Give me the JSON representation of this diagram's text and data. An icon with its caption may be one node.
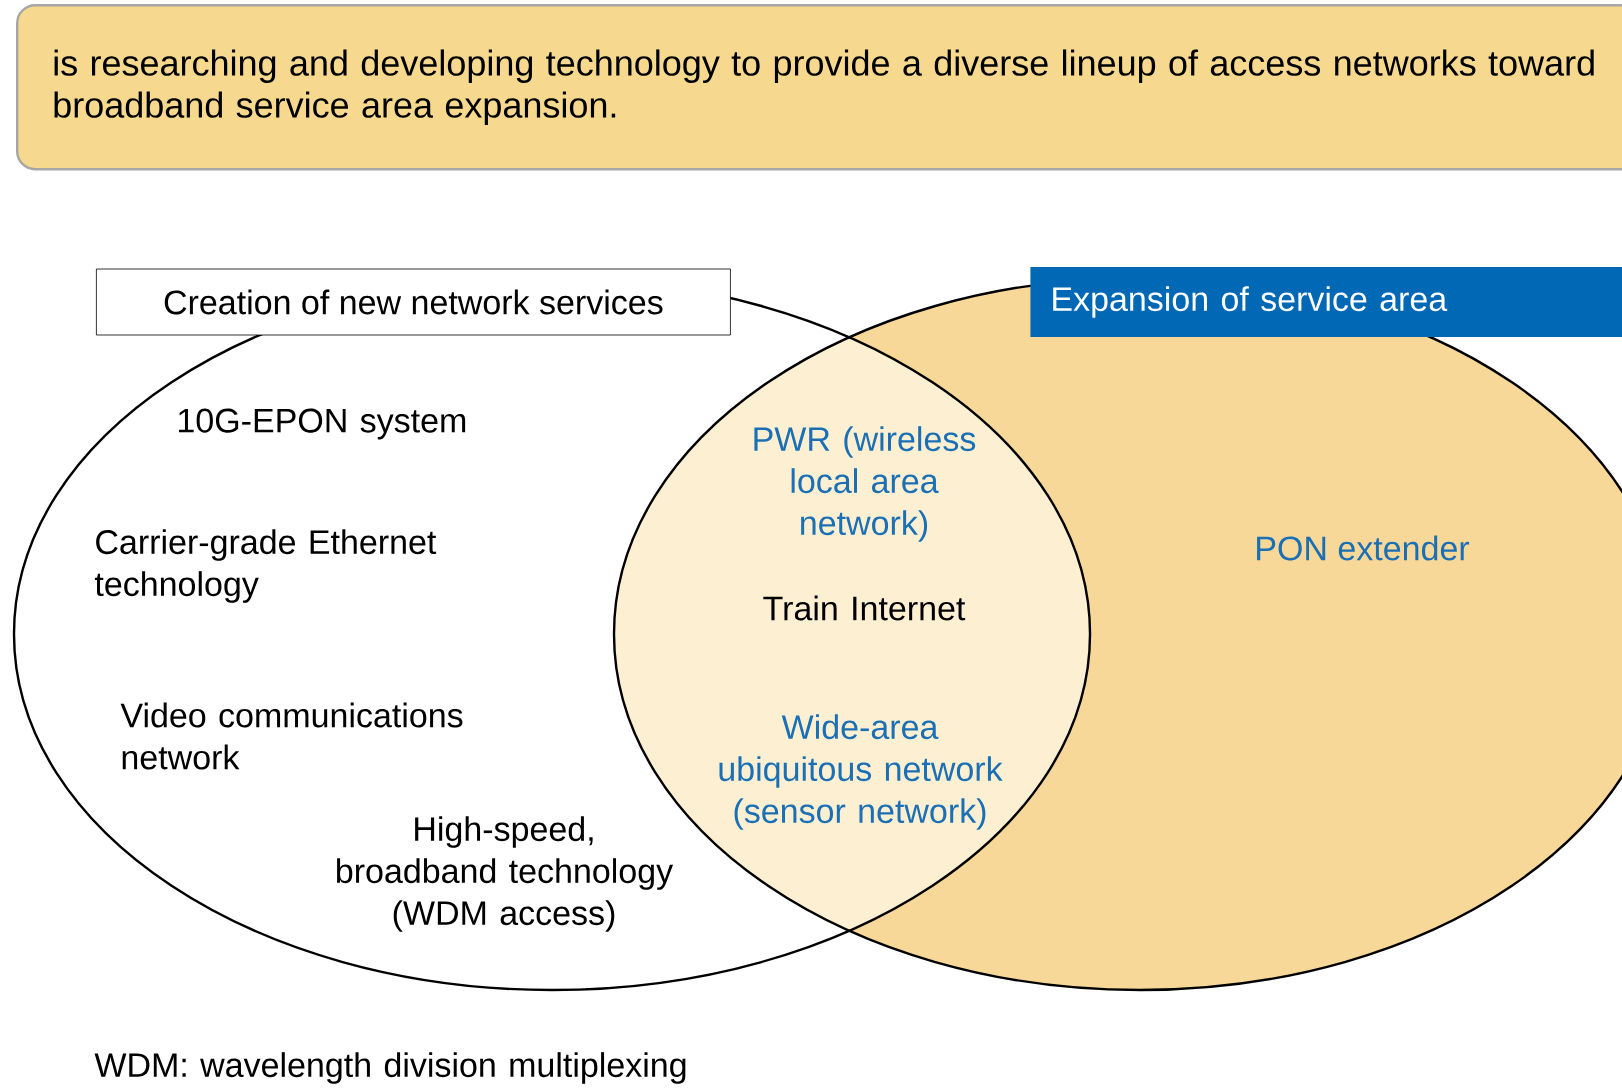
{
  "diagram": {
    "nodes": [
      {
        "text": [
          "is researching and developing technology to provide a diverse lineup of access networks toward broadband service area expansion."
        ]
      },
      {
        "text": [
          "Creation of new network services",
          "10G-EPON system",
          "Carrier-grade Ethernet technology",
          "Video communications network",
          "High-speed, broadband technology (WDM access)"
        ]
      },
      {
        "text": [
          "Expansion of service area",
          "PON extender"
        ]
      }
    ],
    "edges": [],
    "labels": [
      "PWR (wireless local area network)",
      "Train Internet",
      "Wide-area ubiquitous network (sensor network)",
      "WDM: wavelength division multiplexing"
    ]
  }
}
